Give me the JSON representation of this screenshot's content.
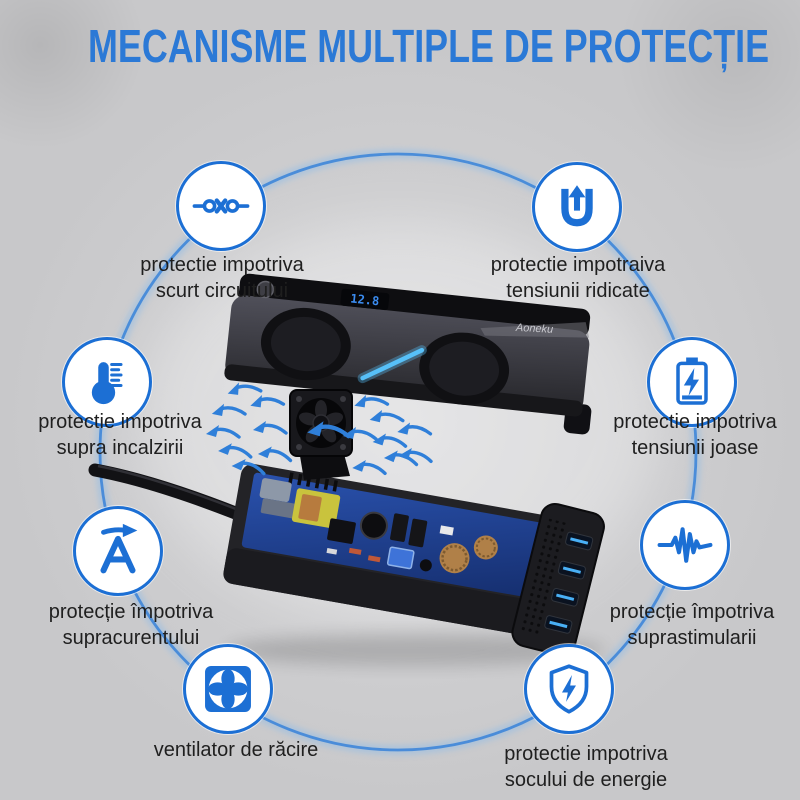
{
  "header": {
    "title": "MECANISME MULTIPLE DE PROTECȚIE"
  },
  "colors": {
    "title_blue": "#2b79d6",
    "icon_blue": "#1c6fd4",
    "ring_blue": "#3f86d8",
    "label_text": "#1f1f1f",
    "background": "#cfcfd1",
    "led_blue": "#57c0f8"
  },
  "features": [
    {
      "id": "short-circuit",
      "icon": "short-circuit-icon",
      "line1": "protectie impotriva",
      "line2": "scurt circuitului"
    },
    {
      "id": "high-voltage",
      "icon": "over-voltage-icon",
      "line1": "protectie impotraiva",
      "line2": "tensiunii ridicate"
    },
    {
      "id": "overheating",
      "icon": "thermometer-icon",
      "line1": "protectie impotriva",
      "line2": "supra incalzirii"
    },
    {
      "id": "low-voltage",
      "icon": "battery-bolt-icon",
      "line1": "protectie impotriva",
      "line2": "tensiunii joase"
    },
    {
      "id": "overcurrent",
      "icon": "ampere-arrow-icon",
      "line1": "protecție împotriva",
      "line2": "supracurentului"
    },
    {
      "id": "overstimulation",
      "icon": "pulse-icon",
      "line1": "protecție împotriva",
      "line2": "suprastimularii"
    },
    {
      "id": "cooling-fan",
      "icon": "fan-icon",
      "line1": "ventilator de răcire",
      "line2": ""
    },
    {
      "id": "power-surge",
      "icon": "shield-bolt-icon",
      "line1": "protectie impotriva",
      "line2": "socului de energie"
    }
  ],
  "product": {
    "brand": "Aoneku",
    "display_value": "12.8"
  }
}
